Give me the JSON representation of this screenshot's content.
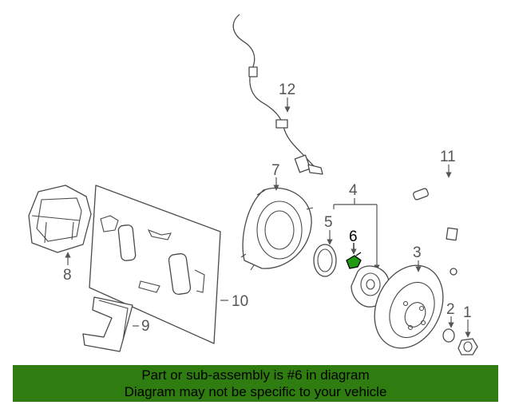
{
  "callouts": [
    "1",
    "2",
    "3",
    "4",
    "5",
    "6",
    "7",
    "8",
    "9",
    "10",
    "11",
    "12"
  ],
  "highlight": {
    "number": "6",
    "color": "#1f9a12"
  },
  "footer": {
    "line1": "Part or sub-assembly is #6 in diagram",
    "line2": "Diagram may not be specific to your vehicle",
    "background": "#2f7d10"
  }
}
